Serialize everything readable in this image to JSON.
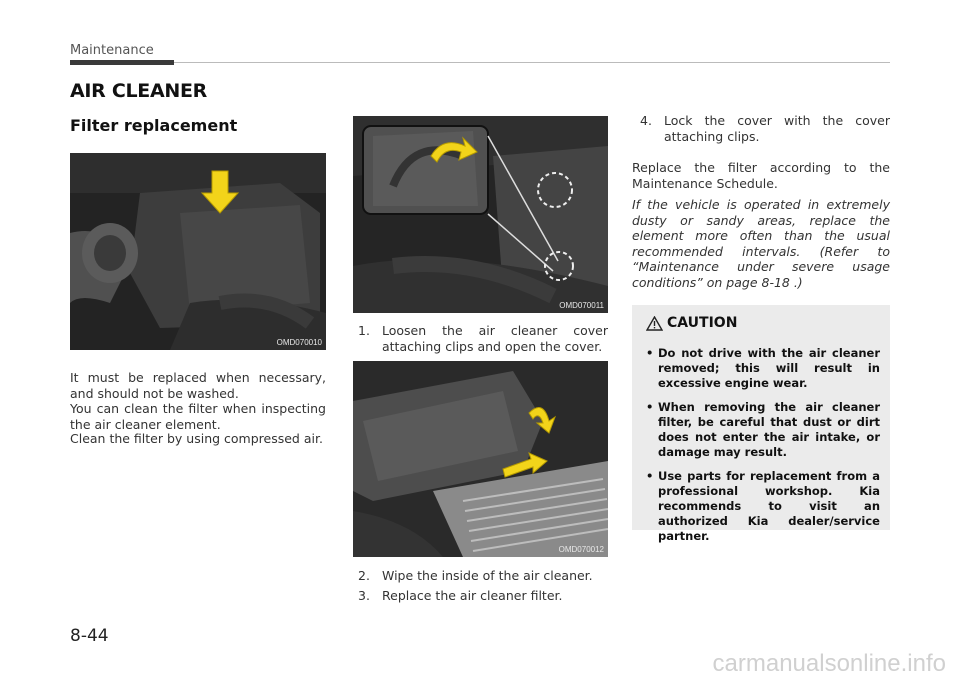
{
  "header": {
    "section": "Maintenance"
  },
  "title": "AIR CLEANER",
  "subtitle": "Filter replacement",
  "photos": [
    {
      "code": "OMD070010"
    },
    {
      "code": "OMD070011"
    },
    {
      "code": "OMD070012"
    }
  ],
  "left_text": [
    "It must be replaced when necessary, and should not be washed.",
    "You can clean the filter when inspecting the air cleaner element.",
    "Clean the filter by using compressed air."
  ],
  "steps": [
    {
      "num": "1.",
      "text": "Loosen the air cleaner cover attaching clips and open the cover."
    },
    {
      "num": "2.",
      "text": "Wipe the inside of the air cleaner."
    },
    {
      "num": "3.",
      "text": "Replace the air cleaner filter."
    },
    {
      "num": "4.",
      "text": "Lock the cover with the cover attaching clips."
    }
  ],
  "schedule_text": "Replace the filter according to the Maintenance Schedule.",
  "note_italic": "If the vehicle is operated in extremely dusty or sandy areas, replace the element more often than the usual recommended intervals. (Refer to “Maintenance under severe usage conditions” on page 8-18 .)",
  "caution": {
    "heading": "CAUTION",
    "items": [
      "Do not drive with the air cleaner removed; this will result in excessive engine wear.",
      "When removing the air cleaner filter, be careful that dust or dirt does not enter the air intake, or damage may result.",
      "Use parts for replacement from a professional workshop. Kia recommends to visit an authorized Kia dealer/service partner."
    ]
  },
  "page_number": "8-44",
  "watermark": "carmanualsonline.info",
  "colors": {
    "arrow": "#f2d41a",
    "caution_bg": "#ebebeb",
    "rule": "#3a3a3a"
  }
}
